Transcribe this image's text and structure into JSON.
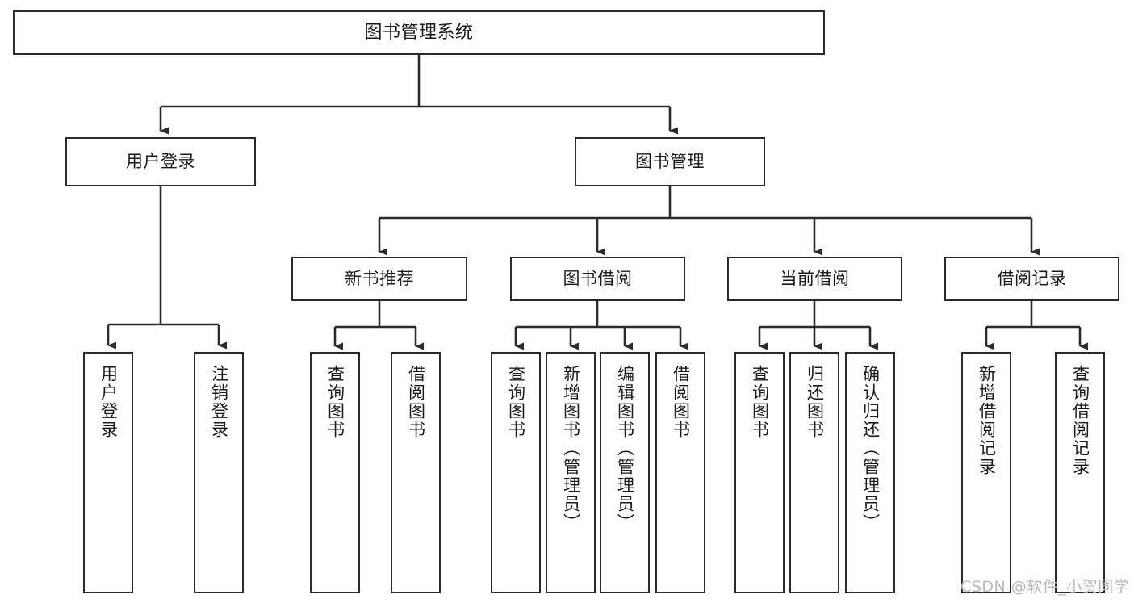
{
  "diagram": {
    "title": "图书管理系统",
    "type": "tree-hierarchy",
    "colors": {
      "box_border": "#2b2b2b",
      "box_fill": "#ffffff",
      "connector": "#2b2b2b",
      "text": "#1a1a1a",
      "watermark": "#b9b9b9",
      "background": "#ffffff"
    },
    "root": {
      "label": "图书管理系统"
    },
    "level2": [
      {
        "label": "用户登录"
      },
      {
        "label": "图书管理"
      }
    ],
    "level3": [
      {
        "label": "新书推荐"
      },
      {
        "label": "图书借阅"
      },
      {
        "label": "当前借阅"
      },
      {
        "label": "借阅记录"
      }
    ],
    "leaves": {
      "user_login": [
        {
          "label": "用户登录"
        },
        {
          "label": "注销登录"
        }
      ],
      "new_book_recommend": [
        {
          "label": "查询图书"
        },
        {
          "label": "借阅图书"
        }
      ],
      "book_borrow": [
        {
          "label": "查询图书"
        },
        {
          "label": "新增图书（管理员）"
        },
        {
          "label": "编辑图书（管理员）"
        },
        {
          "label": "借阅图书"
        }
      ],
      "current_borrow": [
        {
          "label": "查询图书"
        },
        {
          "label": "归还图书"
        },
        {
          "label": "确认归还（管理员）"
        }
      ],
      "borrow_record": [
        {
          "label": "新增借阅记录"
        },
        {
          "label": "查询借阅记录"
        }
      ]
    },
    "watermark": "CSDN @软件_小贺同学"
  }
}
